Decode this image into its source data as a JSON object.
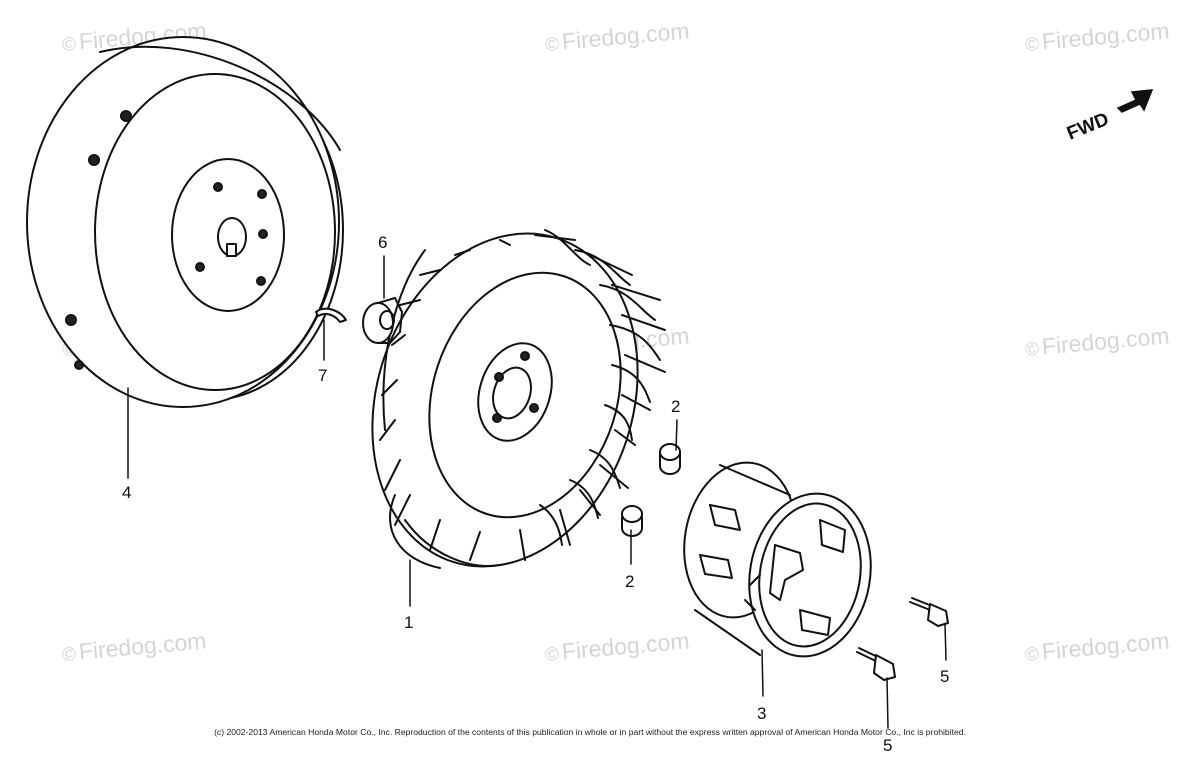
{
  "watermark": {
    "symbol": "©",
    "text": "Firedog.com"
  },
  "callouts": {
    "p1": "1",
    "p2a": "2",
    "p2b": "2",
    "p3": "3",
    "p4": "4",
    "p5a": "5",
    "p5b": "5",
    "p6": "6",
    "p7": "7"
  },
  "direction_label": "FWD",
  "copyright": "(c) 2002-2013 American Honda Motor Co., Inc. Reproduction of the contents of this publication in whole or in part without the express written approval of American Honda Motor Co., Inc is prohibited."
}
